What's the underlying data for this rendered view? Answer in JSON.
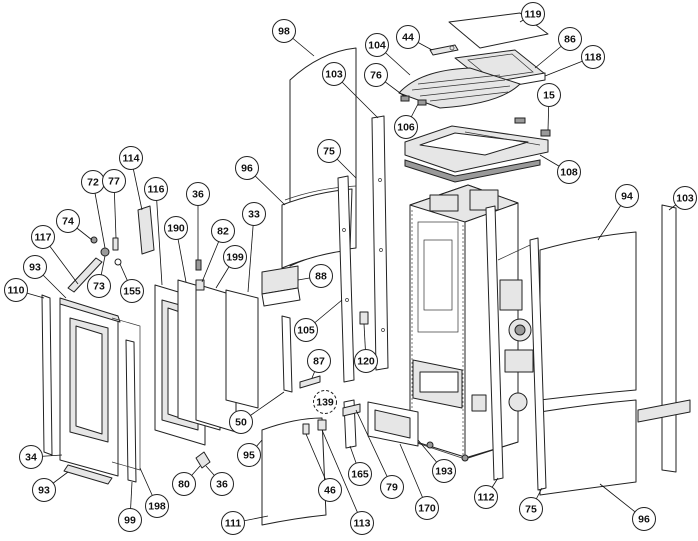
{
  "callouts": [
    {
      "id": "119",
      "label": "119"
    },
    {
      "id": "44",
      "label": "44"
    },
    {
      "id": "86",
      "label": "86"
    },
    {
      "id": "118",
      "label": "118"
    },
    {
      "id": "104",
      "label": "104"
    },
    {
      "id": "76",
      "label": "76"
    },
    {
      "id": "106",
      "label": "106"
    },
    {
      "id": "15",
      "label": "15"
    },
    {
      "id": "98",
      "label": "98"
    },
    {
      "id": "103a",
      "label": "103"
    },
    {
      "id": "75a",
      "label": "75"
    },
    {
      "id": "108",
      "label": "108"
    },
    {
      "id": "94",
      "label": "94"
    },
    {
      "id": "103b",
      "label": "103"
    },
    {
      "id": "114",
      "label": "114"
    },
    {
      "id": "72",
      "label": "72"
    },
    {
      "id": "77",
      "label": "77"
    },
    {
      "id": "116",
      "label": "116"
    },
    {
      "id": "36a",
      "label": "36"
    },
    {
      "id": "96a",
      "label": "96"
    },
    {
      "id": "190",
      "label": "190"
    },
    {
      "id": "82",
      "label": "82"
    },
    {
      "id": "33",
      "label": "33"
    },
    {
      "id": "74",
      "label": "74"
    },
    {
      "id": "117",
      "label": "117"
    },
    {
      "id": "199",
      "label": "199"
    },
    {
      "id": "93a",
      "label": "93"
    },
    {
      "id": "73",
      "label": "73"
    },
    {
      "id": "155",
      "label": "155"
    },
    {
      "id": "88",
      "label": "88"
    },
    {
      "id": "110",
      "label": "110"
    },
    {
      "id": "105",
      "label": "105"
    },
    {
      "id": "120",
      "label": "120"
    },
    {
      "id": "87",
      "label": "87"
    },
    {
      "id": "139",
      "label": "139"
    },
    {
      "id": "50",
      "label": "50"
    },
    {
      "id": "95",
      "label": "95"
    },
    {
      "id": "34",
      "label": "34"
    },
    {
      "id": "46",
      "label": "46"
    },
    {
      "id": "165",
      "label": "165"
    },
    {
      "id": "79",
      "label": "79"
    },
    {
      "id": "193",
      "label": "193"
    },
    {
      "id": "93b",
      "label": "93"
    },
    {
      "id": "80",
      "label": "80"
    },
    {
      "id": "36b",
      "label": "36"
    },
    {
      "id": "170",
      "label": "170"
    },
    {
      "id": "112",
      "label": "112"
    },
    {
      "id": "75b",
      "label": "75"
    },
    {
      "id": "96b",
      "label": "96"
    },
    {
      "id": "99",
      "label": "99"
    },
    {
      "id": "198",
      "label": "198"
    },
    {
      "id": "113",
      "label": "113"
    },
    {
      "id": "111",
      "label": "111"
    }
  ]
}
